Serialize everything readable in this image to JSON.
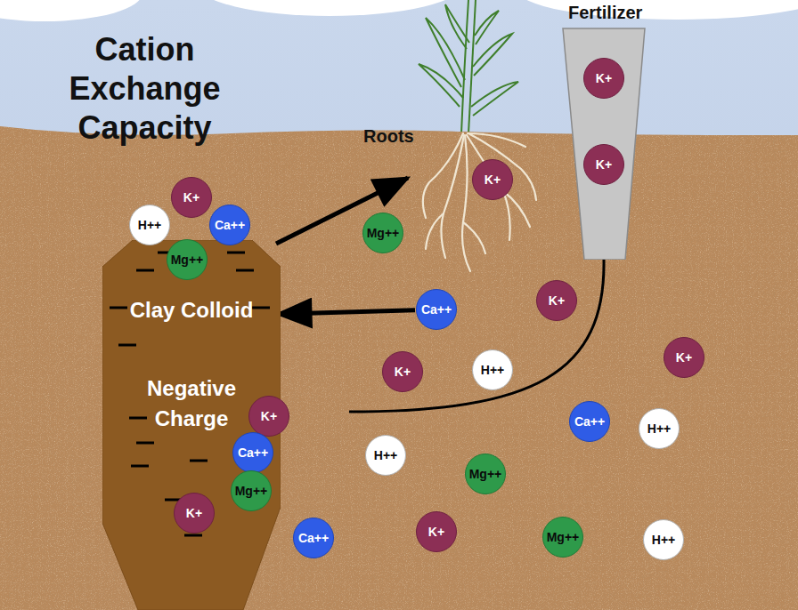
{
  "diagram": {
    "title": "Cation Exchange Capacity",
    "nodes": [
      {
        "text": [
          "Fertilizer"
        ]
      },
      {
        "text": [
          "K+"
        ],
        "in": 0
      },
      {
        "text": [
          "K+"
        ],
        "in": 0
      },
      {
        "text": [
          "K+"
        ]
      },
      {
        "text": [
          "H++"
        ]
      },
      {
        "text": [
          "Ca++"
        ]
      },
      {
        "text": [
          "Mg++"
        ]
      },
      {
        "text": [
          "K+"
        ]
      },
      {
        "text": [
          "Mg++"
        ]
      },
      {
        "text": [
          "Clay Colloid",
          "Negative Charge"
        ]
      },
      {
        "text": [
          "K+"
        ]
      },
      {
        "text": [
          "Ca++"
        ]
      },
      {
        "text": [
          "H++"
        ]
      },
      {
        "text": [
          "K+"
        ]
      },
      {
        "text": [
          "K+"
        ]
      },
      {
        "text": [
          "K+"
        ]
      },
      {
        "text": [
          "Ca++"
        ]
      },
      {
        "text": [
          "H++"
        ]
      },
      {
        "text": [
          "Ca++"
        ]
      },
      {
        "text": [
          "H++"
        ]
      },
      {
        "text": [
          "Mg++"
        ]
      },
      {
        "text": [
          "Mg++"
        ]
      },
      {
        "text": [
          "K+"
        ]
      },
      {
        "text": [
          "Ca++"
        ]
      },
      {
        "text": [
          "K+"
        ]
      },
      {
        "text": [
          "Mg++"
        ]
      },
      {
        "text": [
          "H++"
        ]
      }
    ],
    "edges": [
      {
        "from": 11,
        "to": 9,
        "arrow": "to"
      }
    ],
    "labels": [
      "Roots"
    ]
  }
}
